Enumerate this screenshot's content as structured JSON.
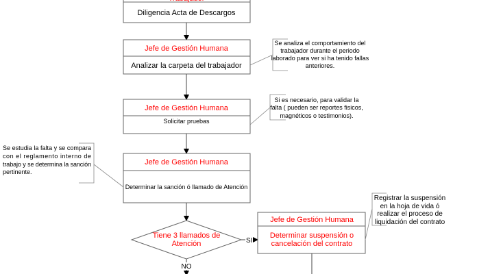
{
  "colors": {
    "role_text": "#ff0000",
    "body_text": "#000000",
    "border": "#666666"
  },
  "steps": [
    {
      "role": "Trabajador",
      "action": "Diligencia Acta de Descargos"
    },
    {
      "role": "Jefe de Gestión Humana",
      "action": "Analizar la carpeta del trabajador"
    },
    {
      "role": "Jefe de Gestión Humana",
      "action": "Solicitar pruebas"
    },
    {
      "role": "Jefe de Gestión Humana",
      "action": "Determinar la sanción ó llamado de Atención"
    }
  ],
  "decision": {
    "lines": [
      "Tiene 3 llamados de",
      "Atención"
    ],
    "yes_label": "SI",
    "no_label": "NO"
  },
  "yes_step": {
    "role": "Jefe de Gestión Humana",
    "action_lines": [
      "Determinar suspensión o",
      "cancelación del contrato"
    ]
  },
  "notes": [
    {
      "lines": [
        "Se analiza el comportamiento del",
        "trabajador durante el periodo",
        "laborado para ver si ha tenido fallas",
        "anteriores."
      ]
    },
    {
      "lines": [
        "Si es necesario,  para validar la",
        "falta ( pueden ser reportes fisicos,",
        "magnéticos o testimonios)."
      ]
    },
    {
      "lines": [
        "Se estudia la falta y se compara",
        "con el reglamento interno de",
        "trabajo y se determina la sanción",
        "pertinente."
      ]
    },
    {
      "lines": [
        "Registrar la suspensión",
        "en la hoja de vida ó",
        "realizar el proceso de",
        "liquidación del contrato"
      ]
    }
  ]
}
